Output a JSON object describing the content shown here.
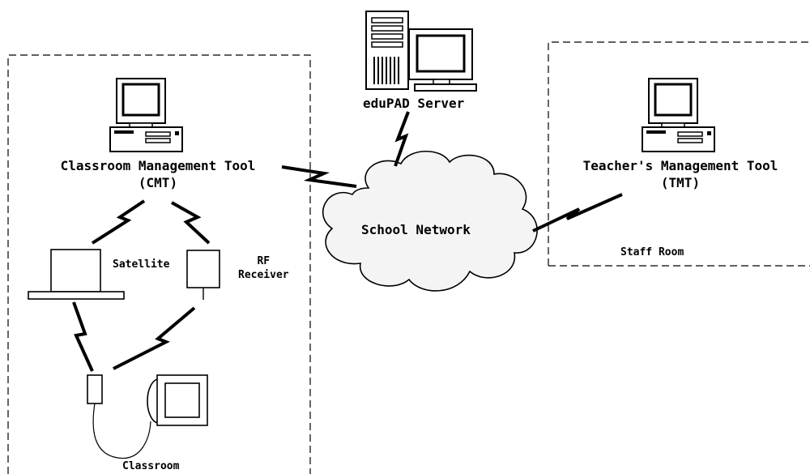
{
  "colors": {
    "ink": "#000000",
    "paper": "#ffffff",
    "screen": "#2b2b2b",
    "cloud": "#f2f2f2"
  },
  "zones": {
    "classroom": {
      "label": "Classroom"
    },
    "staff_room": {
      "label": "Staff Room"
    }
  },
  "nodes": {
    "server": {
      "label": "eduPAD Server",
      "icon": "server-workstation-icon"
    },
    "cmt": {
      "label_line1": "Classroom Management Tool",
      "label_line2": "(CMT)",
      "icon": "desktop-computer-icon"
    },
    "tmt": {
      "label_line1": "Teacher's Management Tool",
      "label_line2": "(TMT)",
      "icon": "desktop-computer-icon"
    },
    "network": {
      "label": "School Network",
      "icon": "cloud-icon"
    },
    "satellite": {
      "label": "Satellite",
      "icon": "satellite-dish-icon"
    },
    "rf_receiver": {
      "label_line1": "RF",
      "label_line2": "Receiver",
      "icon": "rf-receiver-icon"
    },
    "handheld": {
      "icon": "handheld-device-icon"
    },
    "pad": {
      "icon": "tablet-pad-icon"
    }
  }
}
